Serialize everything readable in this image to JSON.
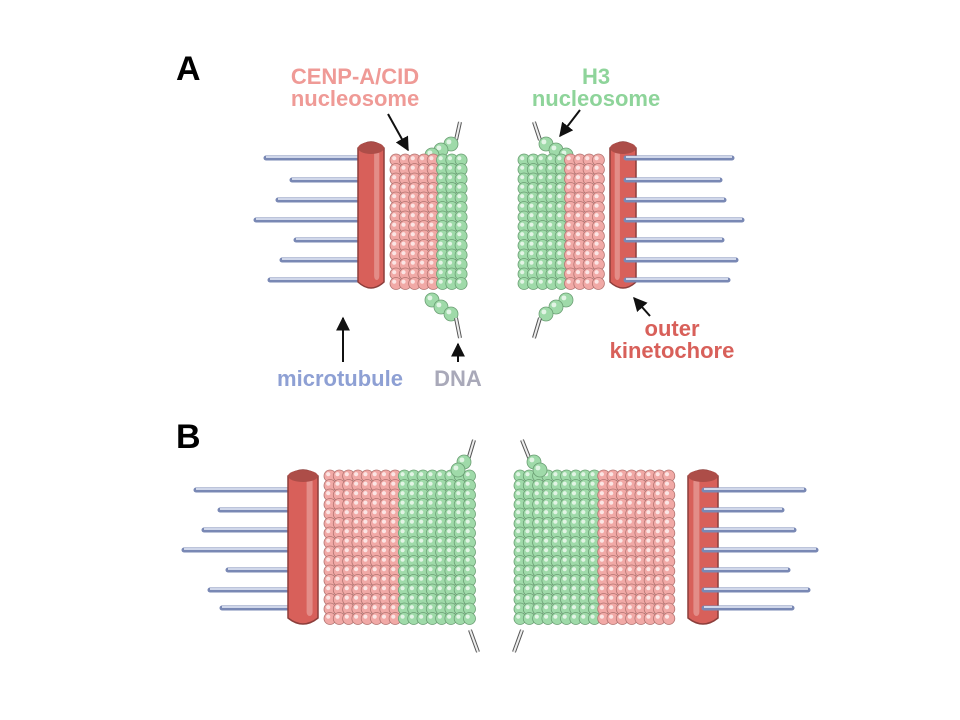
{
  "figure": {
    "panels": [
      {
        "letter": "A"
      },
      {
        "letter": "B"
      }
    ],
    "labels": {
      "cenp_line1": "CENP-A/CID",
      "cenp_line2": "nucleosome",
      "h3_line1": "H3",
      "h3_line2": "nucleosome",
      "outer_line1": "outer",
      "outer_line2": "kinetochore",
      "microtubule": "microtubule",
      "dna": "DNA"
    },
    "colors": {
      "cenp": "#ef9a96",
      "h3": "#8ed49a",
      "kinetochore": "#d8605a",
      "microtubule": "#8ea0d4",
      "dna": "#a9a9b9",
      "arrow": "#111111"
    }
  }
}
